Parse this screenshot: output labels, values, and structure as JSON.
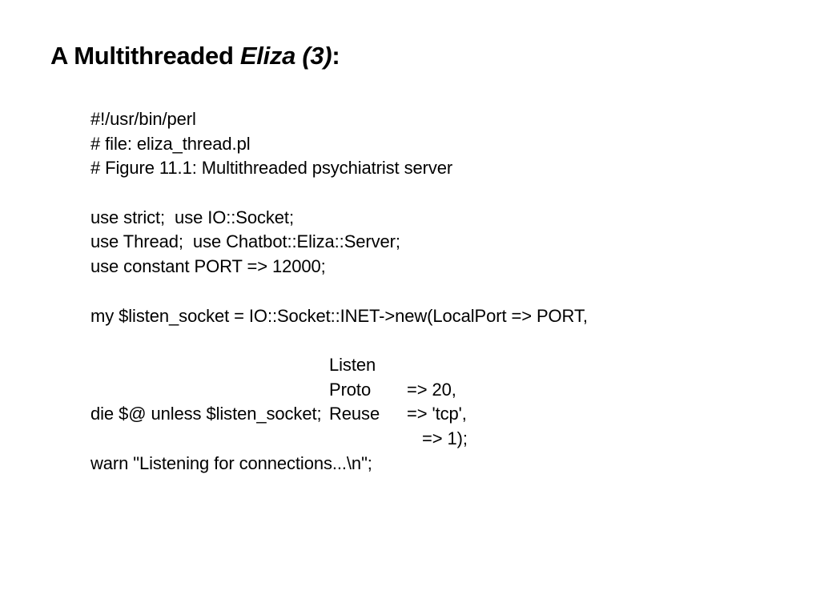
{
  "slide": {
    "title_main": "A Multithreaded ",
    "title_italic": "Eliza (3)",
    "title_colon": ":",
    "code_lines": [
      "#!/usr/bin/perl",
      "# file: eliza_thread.pl",
      "# Figure 11.1: Multithreaded psychiatrist server",
      "",
      "use strict;  use IO::Socket;",
      "use Thread;  use Chatbot::Eliza::Server;",
      "use constant PORT => 12000;",
      "",
      "my $listen_socket = IO::Socket::INET->new(LocalPort => PORT,",
      "",
      "",
      "",
      "die $@ unless $listen_socket;",
      "",
      "warn \"Listening for connections...\\n\";"
    ],
    "continuation": [
      {
        "key": "Listen",
        "value": "=> 20,"
      },
      {
        "key": "Proto",
        "value": "=> 'tcp',"
      },
      {
        "key": "Reuse",
        "value": "  => 1);"
      }
    ]
  }
}
